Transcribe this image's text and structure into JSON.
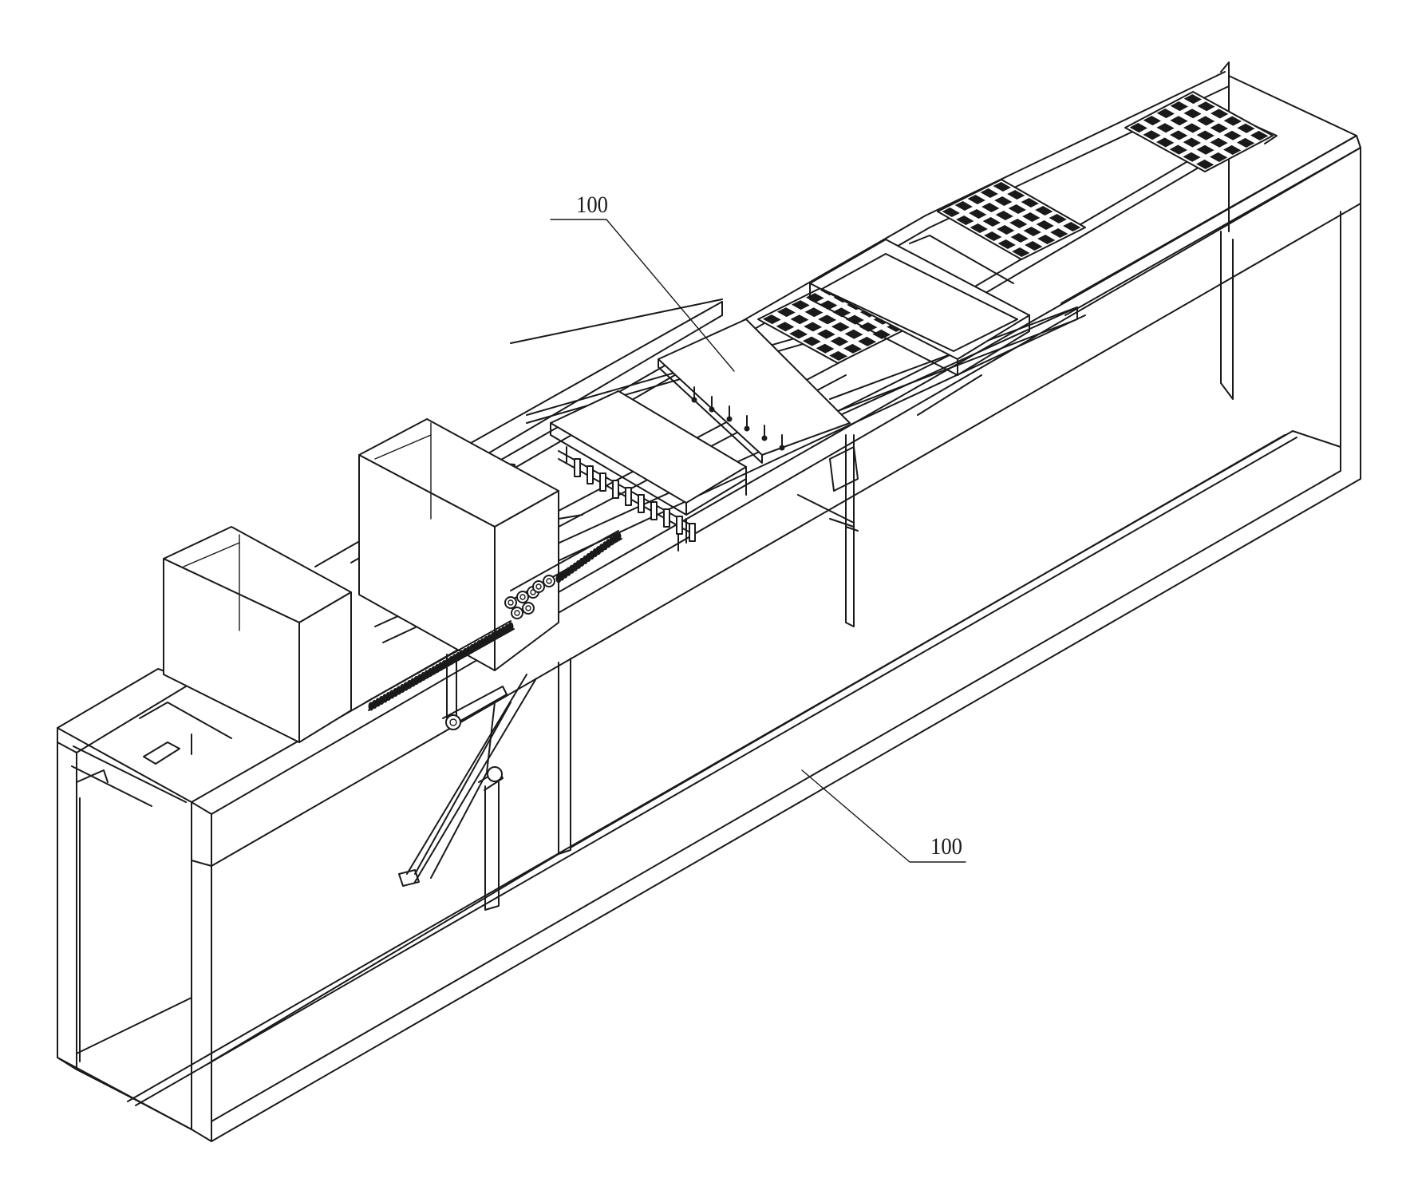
{
  "callouts": [
    {
      "id": "upper",
      "text": "100"
    },
    {
      "id": "lower",
      "text": "100"
    }
  ]
}
